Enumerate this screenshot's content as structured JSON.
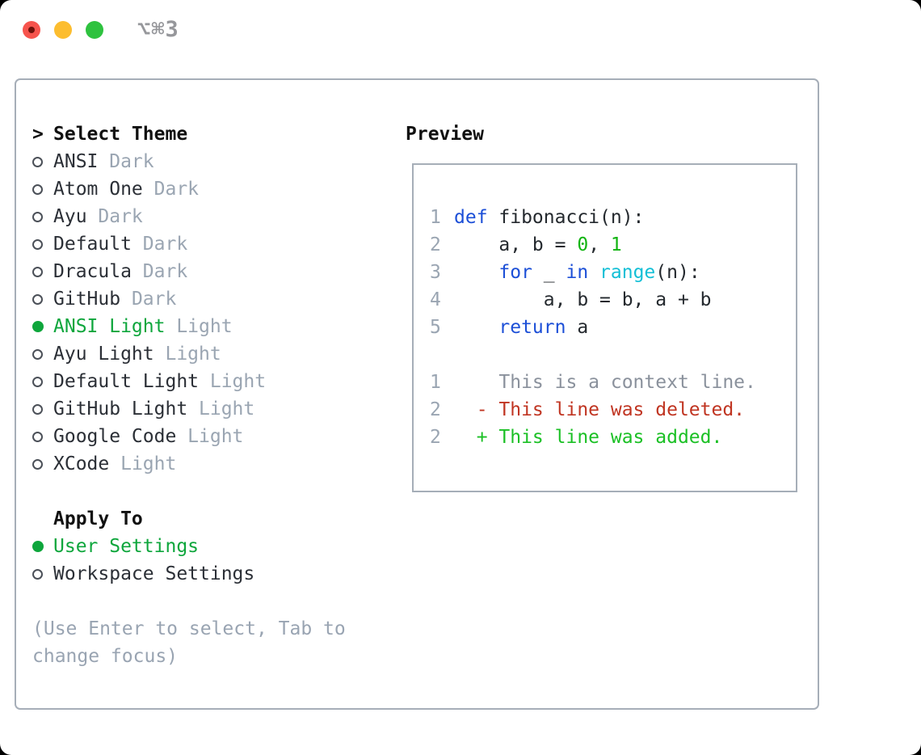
{
  "titlebar": {
    "title": "⌥⌘3"
  },
  "colors": {
    "keyword": "#1c4fd7",
    "builtin": "#13bfd6",
    "number": "#12b412",
    "fg": "#24292e",
    "context": "#8a919c",
    "deleted": "#c03522",
    "added": "#1bc025",
    "selected_green": "#0ea63c",
    "muted": "#9aa5b2",
    "item_text": "#2b2f36",
    "hint": "#99a4b2",
    "border": "#a6aeb8"
  },
  "theme_section": {
    "cursor": ">",
    "title": "Select Theme",
    "items": [
      {
        "name": "ANSI",
        "tag": "Dark",
        "selected": false
      },
      {
        "name": "Atom One",
        "tag": "Dark",
        "selected": false
      },
      {
        "name": "Ayu",
        "tag": "Dark",
        "selected": false
      },
      {
        "name": "Default",
        "tag": "Dark",
        "selected": false
      },
      {
        "name": "Dracula",
        "tag": "Dark",
        "selected": false
      },
      {
        "name": "GitHub",
        "tag": "Dark",
        "selected": false
      },
      {
        "name": "ANSI Light",
        "tag": "Light",
        "selected": true
      },
      {
        "name": "Ayu Light",
        "tag": "Light",
        "selected": false
      },
      {
        "name": "Default Light",
        "tag": "Light",
        "selected": false
      },
      {
        "name": "GitHub Light",
        "tag": "Light",
        "selected": false
      },
      {
        "name": "Google Code",
        "tag": "Light",
        "selected": false
      },
      {
        "name": "XCode",
        "tag": "Light",
        "selected": false
      }
    ]
  },
  "apply_section": {
    "title": "Apply To",
    "options": [
      {
        "label": "User Settings",
        "selected": true
      },
      {
        "label": "Workspace Settings",
        "selected": false
      }
    ]
  },
  "hint": "(Use Enter to select, Tab to change focus)",
  "preview": {
    "title": "Preview",
    "code_lines": [
      {
        "num": "1",
        "tokens": [
          {
            "t": "def",
            "c": "keyword"
          },
          {
            "t": " fibonacci(n):",
            "c": "fg"
          }
        ]
      },
      {
        "num": "2",
        "tokens": [
          {
            "t": "    a, b = ",
            "c": "fg"
          },
          {
            "t": "0",
            "c": "number"
          },
          {
            "t": ", ",
            "c": "fg"
          },
          {
            "t": "1",
            "c": "number"
          }
        ]
      },
      {
        "num": "3",
        "tokens": [
          {
            "t": "    ",
            "c": "fg"
          },
          {
            "t": "for",
            "c": "keyword"
          },
          {
            "t": " _ ",
            "c": "fg"
          },
          {
            "t": "in",
            "c": "keyword"
          },
          {
            "t": " ",
            "c": "fg"
          },
          {
            "t": "range",
            "c": "builtin"
          },
          {
            "t": "(n):",
            "c": "fg"
          }
        ]
      },
      {
        "num": "4",
        "tokens": [
          {
            "t": "        a, b = b, a + b",
            "c": "fg"
          }
        ]
      },
      {
        "num": "5",
        "tokens": [
          {
            "t": "    ",
            "c": "fg"
          },
          {
            "t": "return",
            "c": "keyword"
          },
          {
            "t": " a",
            "c": "fg"
          }
        ]
      }
    ],
    "diff_lines": [
      {
        "num": "1",
        "tokens": [
          {
            "t": "    This is a context line.",
            "c": "context"
          }
        ]
      },
      {
        "num": "2",
        "tokens": [
          {
            "t": "  - This line was deleted.",
            "c": "deleted"
          }
        ]
      },
      {
        "num": "2",
        "tokens": [
          {
            "t": "  + This line was added.",
            "c": "added"
          }
        ]
      }
    ]
  }
}
